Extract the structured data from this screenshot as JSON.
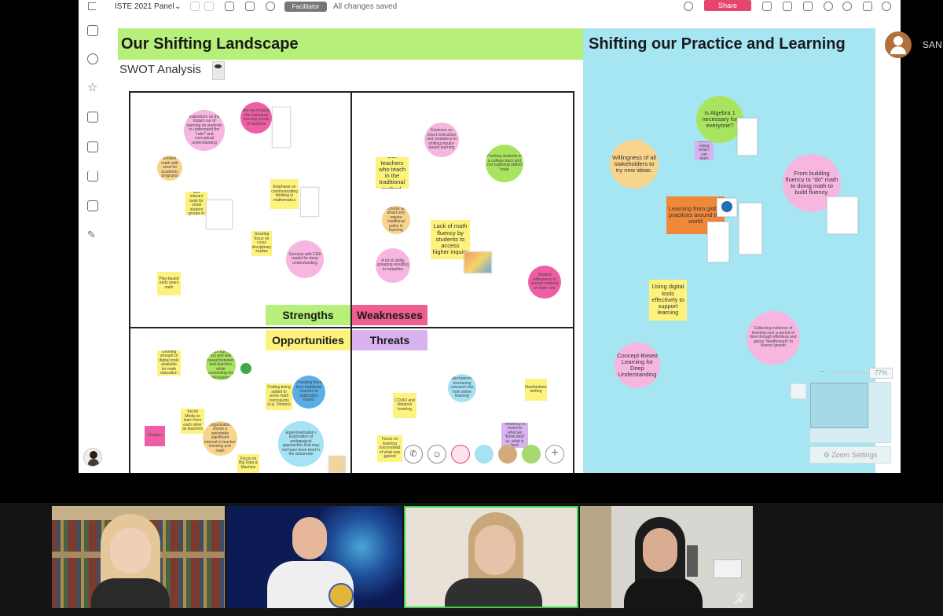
{
  "topbar": {
    "board_title": "ISTE 2021 Panel",
    "facilitator_label": "Facilitator",
    "status": "All changes saved",
    "share_label": "Share"
  },
  "user": {
    "name_fragment": "SAN"
  },
  "left_section": {
    "title": "Our Shifting Landscape",
    "subtitle": "SWOT Analysis"
  },
  "right_section": {
    "title": "Shifting our Practice and Learning"
  },
  "quadrants": {
    "strengths": "Strengths",
    "weaknesses": "Weaknesses",
    "opportunities": "Opportunities",
    "threats": "Threats"
  },
  "notes": {
    "s1": "Brainstorm on the impact our of learning on students to understand the \"ratio\" and conceptual understanding",
    "s2": "Are we missing the individual learning needs of students",
    "s3": "Embed math with need for academic programs",
    "s4": "Emphasis on communicating thinking in mathematics",
    "s5": "Research and interact tools for small student groups in Brazil",
    "s6": "Growing focus on cross disciplinary studies",
    "s7": "Success with CRA model for deep understanding",
    "s8": "Play-based early years math",
    "w1": "Evidence on direct instruction and resistance to shifting inquiry-based learning",
    "w2": "Still teachers who teach in the traditional method.",
    "w3": "Pushing students to a college track and not exploring skilled trade",
    "w4": "Schools are afraid only require traditional paths in learning",
    "w5": "Lack of math fluency by students to access higher inquiry",
    "w6": "A lot of ability grouping resulting in inequities",
    "w7": "Student willingness to access material on their own",
    "o1": "Growing amount of digital tools available for math education",
    "o2": "Math can be fun and skill based between and teachers while connecting the skill learning",
    "o3": "Coding being added to some math curriculums (e.g. Ontario)",
    "o4": "Changing focus from traditional courses to application based",
    "o5": "Social Media to learn from each other as teachers",
    "o6": "Organization shows a worldwide significant interest in teacher learning and math",
    "o7": "Experimentation / Exploration of pedagogical approaches that may not have been tried in the classroom",
    "o8": "Focus on Big Data & Machine",
    "o9": "Graphic",
    "t1": "Mechanism: increasing research into how online learning",
    "t2": "Standardized testing",
    "t3": "COVID and distance learning",
    "t4": "Tendency to revert to what we \"know best\" vs. what is best",
    "t5": "Focus on learning loss instead of what was gained",
    "r1": "Is Algebra 1 necessary for everyone?",
    "r2": "Willingness of all stakeholders to try new ideas.",
    "r3": "Student voting what I can learn",
    "r4": "From building fluency to \"do\" math to doing math to build fluency.",
    "r5": "Learning from global practices around the world",
    "r6": "Using digital tools effectively to support learning",
    "r7": "Collecting evidence of learning over a period of time through effortless and giving \"feedforward\" to learner growth",
    "r8": "Concept-Based Learning for Deep Understanding"
  },
  "zoom": {
    "minus": "−",
    "plus": "+",
    "level": "77%",
    "settings_label": "Zoom Settings"
  },
  "reaction_bar": {
    "add": "+"
  },
  "participants": [
    {
      "id": "p1"
    },
    {
      "id": "p2"
    },
    {
      "id": "p3",
      "active": true
    },
    {
      "id": "p4",
      "muted": true
    }
  ],
  "colors": {
    "brand_pink": "#e8456d",
    "header_green": "#b6f07a",
    "panel_blue": "#a6e6f3",
    "active_speaker": "#39d34a"
  }
}
